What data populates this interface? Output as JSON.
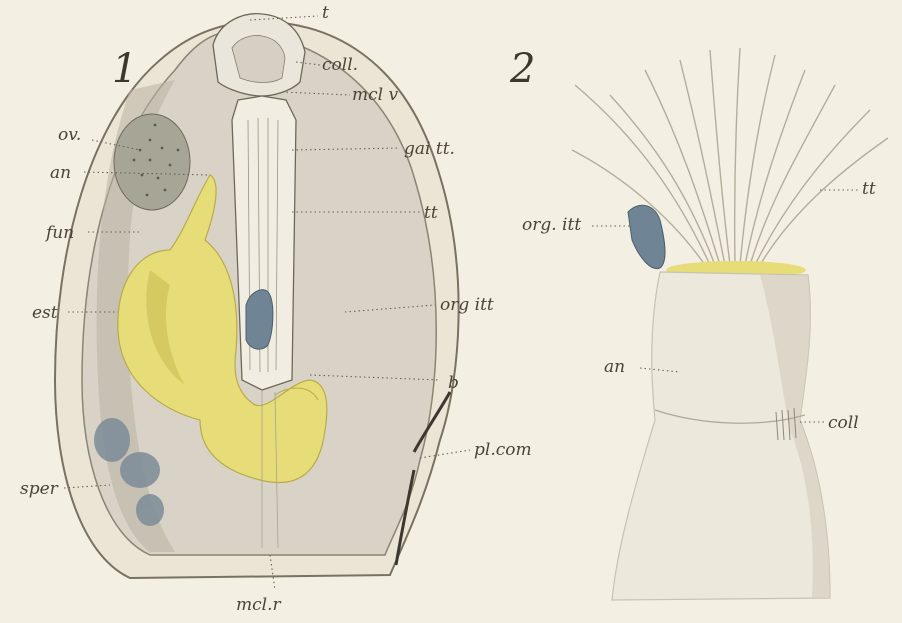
{
  "figure_numbers": {
    "fig1": "1",
    "fig2": "2"
  },
  "fig1_labels": {
    "t": "t",
    "coll": "coll.",
    "mcl_v": "mcl v",
    "ov": "ov.",
    "an": "an",
    "gai_tt": "gai tt.",
    "fun": "fun",
    "tt": "tt",
    "est": "est",
    "org_itt": "org itt",
    "b": "b",
    "pl_com": "pl.com",
    "sper": "sper",
    "mcl_r": "mcl.r"
  },
  "fig2_labels": {
    "tt": "tt",
    "org_itt": "org. itt",
    "an": "an",
    "coll": "coll"
  },
  "colors": {
    "background": "#f3efe2",
    "body_wall": "#ebe5d6",
    "cavity": "#d8d3c6",
    "gut_yellow": "#e6dc78",
    "organ_blue": "#6f8494",
    "tube": "#f1ede2"
  }
}
